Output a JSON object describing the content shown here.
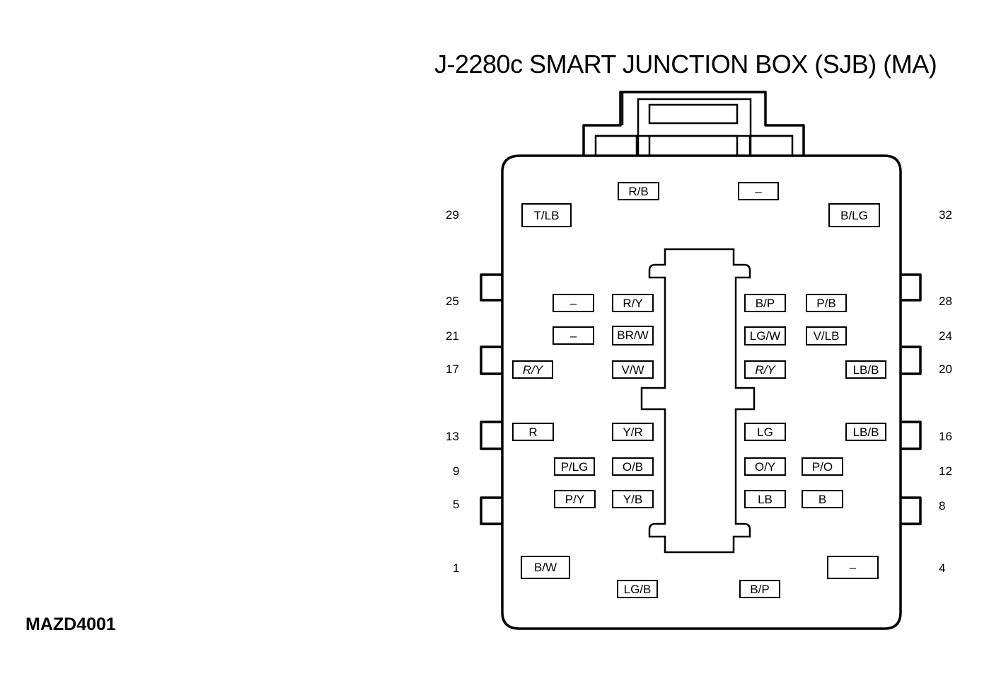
{
  "title": "J-2280c SMART JUNCTION BOX (SJB) (MA)",
  "figure_id": "MAZD4001",
  "pin_numbers": {
    "p1": "1",
    "p4": "4",
    "p5": "5",
    "p8": "8",
    "p9": "9",
    "p12": "12",
    "p13": "13",
    "p16": "16",
    "p17": "17",
    "p20": "20",
    "p21": "21",
    "p24": "24",
    "p25": "25",
    "p28": "28",
    "p29": "29",
    "p32": "32"
  },
  "wires": {
    "w_top_rb": "R/B",
    "w_top_dash": "–",
    "w_29": "T/LB",
    "w_32": "B/LG",
    "w_25a": "–",
    "w_25b": "R/Y",
    "w_28a": "B/P",
    "w_28b": "P/B",
    "w_21a": "–",
    "w_21b": "BR/W",
    "w_24a": "LG/W",
    "w_24b": "V/LB",
    "w_17a": "R/Y",
    "w_17b": "V/W",
    "w_20a": "R/Y",
    "w_20b": "LB/B",
    "w_13a": "R",
    "w_13b": "Y/R",
    "w_16a": "LG",
    "w_16b": "LB/B",
    "w_9a": "P/LG",
    "w_9b": "O/B",
    "w_12a": "O/Y",
    "w_12b": "P/O",
    "w_5a": "P/Y",
    "w_5b": "Y/B",
    "w_8a": "LB",
    "w_8b": "B",
    "w_1": "B/W",
    "w_4": "–",
    "w_bot_lgb": "LG/B",
    "w_bot_bp": "B/P"
  }
}
